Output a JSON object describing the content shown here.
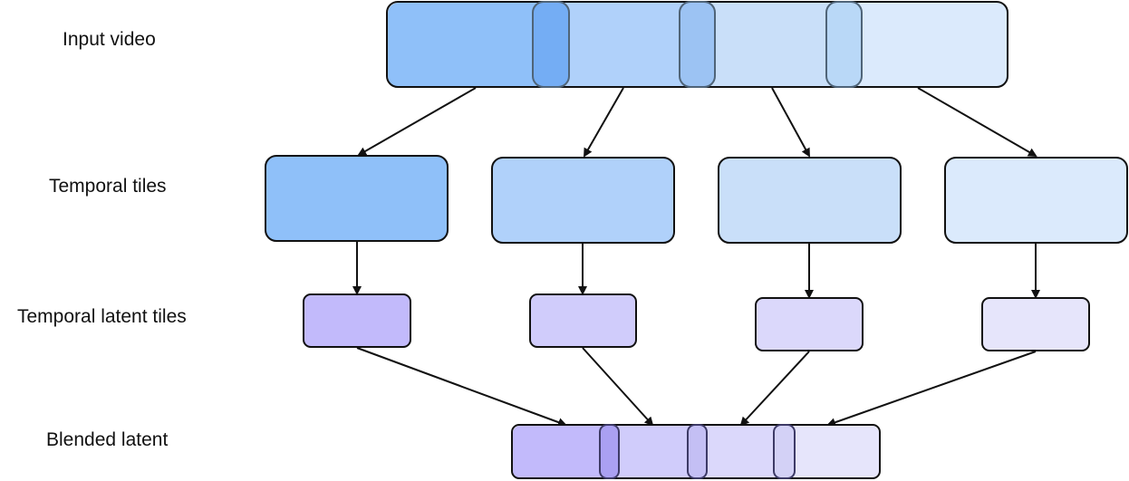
{
  "labels": {
    "input_video": "Input video",
    "temporal_tiles": "Temporal tiles",
    "temporal_latent_tiles": "Temporal latent tiles",
    "blended_latent": "Blended latent"
  },
  "input_video": {
    "segment_colors": [
      "#8fc0f9",
      "#b0d1fa",
      "#c9dff9",
      "#dbeafc"
    ],
    "overlap_colors": [
      "#74adf4",
      "#9cc3f3",
      "#b9d8f7"
    ]
  },
  "temporal_tiles": {
    "count": 4,
    "colors": [
      "#8fc0f9",
      "#b0d1fa",
      "#c9dff9",
      "#dbeafc"
    ]
  },
  "temporal_latent_tiles": {
    "count": 4,
    "colors": [
      "#c2bafb",
      "#d0ccfb",
      "#dbd8fb",
      "#e6e5fb"
    ]
  },
  "blended_latent": {
    "segment_colors": [
      "#c2bafb",
      "#d0ccfb",
      "#dbd8fb",
      "#e6e5fb"
    ],
    "overlap_colors": [
      "#aaa0f2",
      "#c4bff4",
      "#d3d1f6"
    ]
  },
  "style": {
    "stroke_color": "#111111",
    "arrow_color": "#111111"
  }
}
